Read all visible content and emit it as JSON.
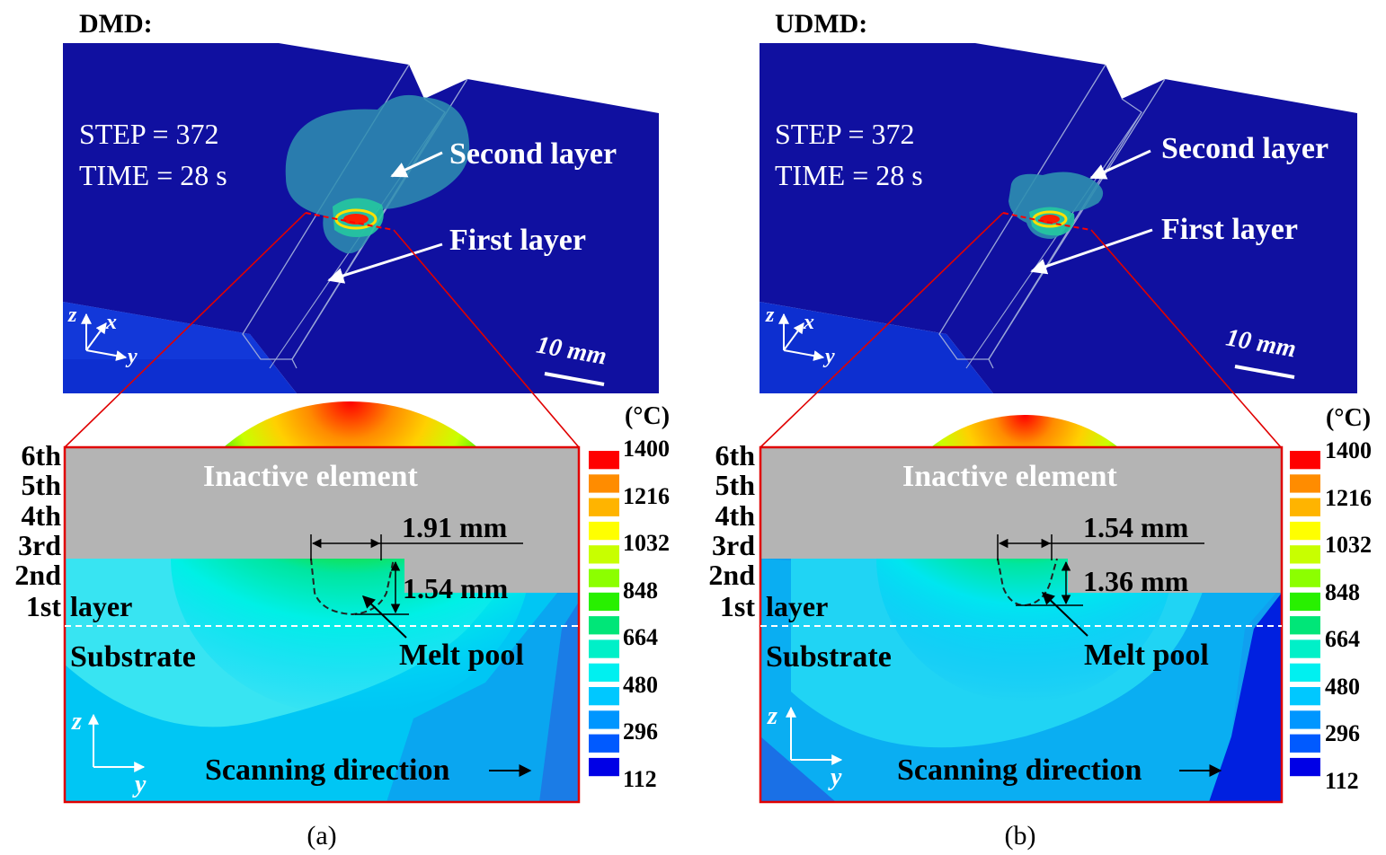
{
  "panels": [
    {
      "title": "DMD:",
      "step": "STEP = 372",
      "time": "TIME = 28 s",
      "second_layer_label": "Second layer",
      "first_layer_label": "First layer",
      "scale_bar": "10 mm",
      "inactive_label": "Inactive element",
      "layer_labels": [
        "6th",
        "5th",
        "4th",
        "3rd",
        "2nd",
        "1st"
      ],
      "layer_word": "layer",
      "substrate_label": "Substrate",
      "melt_pool_label": "Melt pool",
      "width_dim": "1.91 mm",
      "depth_dim": "1.54 mm",
      "scanning_label": "Scanning direction",
      "caption": "(a)"
    },
    {
      "title": "UDMD:",
      "step": "STEP = 372",
      "time": "TIME = 28 s",
      "second_layer_label": "Second layer",
      "first_layer_label": "First layer",
      "scale_bar": "10 mm",
      "inactive_label": "Inactive element",
      "layer_labels": [
        "6th",
        "5th",
        "4th",
        "3rd",
        "2nd",
        "1st"
      ],
      "layer_word": "layer",
      "substrate_label": "Substrate",
      "melt_pool_label": "Melt pool",
      "width_dim": "1.54 mm",
      "depth_dim": "1.36 mm",
      "scanning_label": "Scanning direction",
      "caption": "(b)"
    }
  ],
  "axes": {
    "z": "z",
    "x": "x",
    "y": "y"
  },
  "legend": {
    "unit": "(°C)",
    "values": [
      "1400",
      "1216",
      "1032",
      "848",
      "664",
      "480",
      "296",
      "112"
    ],
    "colors": [
      "#ff0000",
      "#ff8c00",
      "#ffb400",
      "#ffff00",
      "#c8ff00",
      "#8cff00",
      "#28f000",
      "#00e678",
      "#00f0c8",
      "#00f0f0",
      "#00c8ff",
      "#0096ff",
      "#005aff",
      "#0000e6"
    ]
  }
}
